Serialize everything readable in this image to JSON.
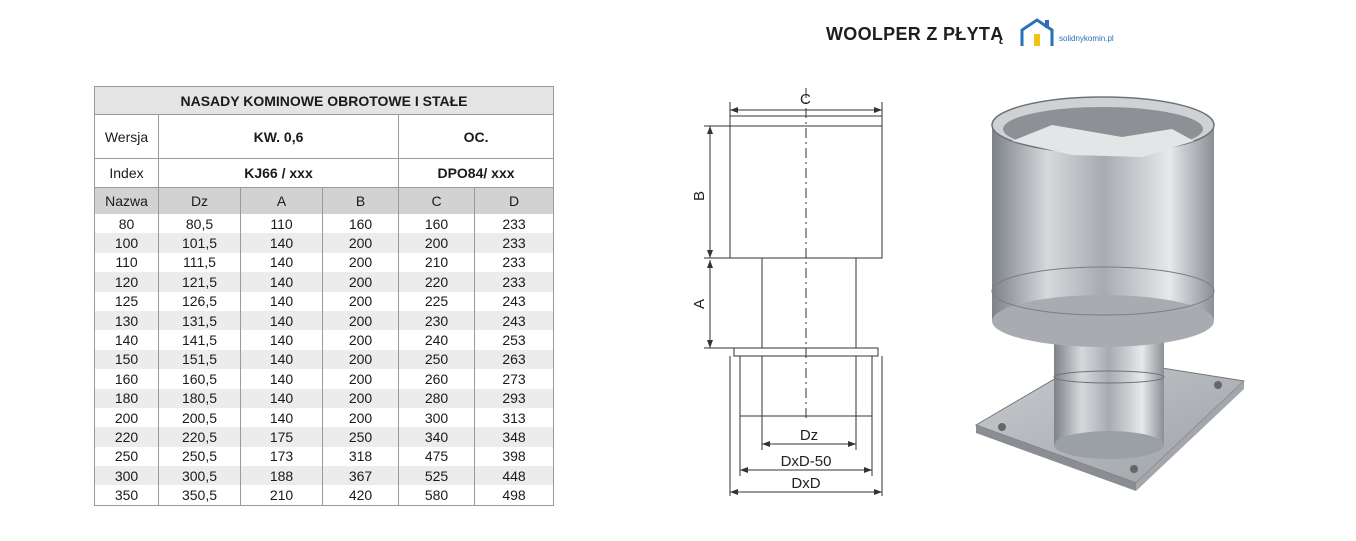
{
  "header": {
    "product_title": "WOOLPER Z PŁYTĄ",
    "logo_text": "solidnykomin.pl"
  },
  "table": {
    "title": "NASADY KOMINOWE OBROTOWE I STAŁE",
    "wersja_label": "Wersja",
    "wersja_kw": "KW. 0,6",
    "wersja_oc": "OC.",
    "index_label": "Index",
    "index_kw": "KJ66 / xxx",
    "index_oc": "DPO84/ xxx",
    "columns": [
      "Nazwa",
      "Dz",
      "A",
      "B",
      "C",
      "D"
    ],
    "rows": [
      [
        "80",
        "80,5",
        "110",
        "160",
        "160",
        "233"
      ],
      [
        "100",
        "101,5",
        "140",
        "200",
        "200",
        "233"
      ],
      [
        "110",
        "111,5",
        "140",
        "200",
        "210",
        "233"
      ],
      [
        "120",
        "121,5",
        "140",
        "200",
        "220",
        "233"
      ],
      [
        "125",
        "126,5",
        "140",
        "200",
        "225",
        "243"
      ],
      [
        "130",
        "131,5",
        "140",
        "200",
        "230",
        "243"
      ],
      [
        "140",
        "141,5",
        "140",
        "200",
        "240",
        "253"
      ],
      [
        "150",
        "151,5",
        "140",
        "200",
        "250",
        "263"
      ],
      [
        "160",
        "160,5",
        "140",
        "200",
        "260",
        "273"
      ],
      [
        "180",
        "180,5",
        "140",
        "200",
        "280",
        "293"
      ],
      [
        "200",
        "200,5",
        "140",
        "200",
        "300",
        "313"
      ],
      [
        "220",
        "220,5",
        "175",
        "250",
        "340",
        "348"
      ],
      [
        "250",
        "250,5",
        "173",
        "318",
        "475",
        "398"
      ],
      [
        "300",
        "300,5",
        "188",
        "367",
        "525",
        "448"
      ],
      [
        "350",
        "350,5",
        "210",
        "420",
        "580",
        "498"
      ]
    ]
  },
  "drawing": {
    "label_c": "C",
    "label_b": "B",
    "label_a": "A",
    "label_dz": "Dz",
    "label_dxd50": "DxD-50",
    "label_dxd": "DxD"
  },
  "colors": {
    "header_bg": "#e4e4e4",
    "column_header_bg": "#d2d2d2",
    "stripe_bg": "#ececec",
    "logo_blue": "#2b6fb8",
    "logo_yellow": "#f2c21b"
  }
}
